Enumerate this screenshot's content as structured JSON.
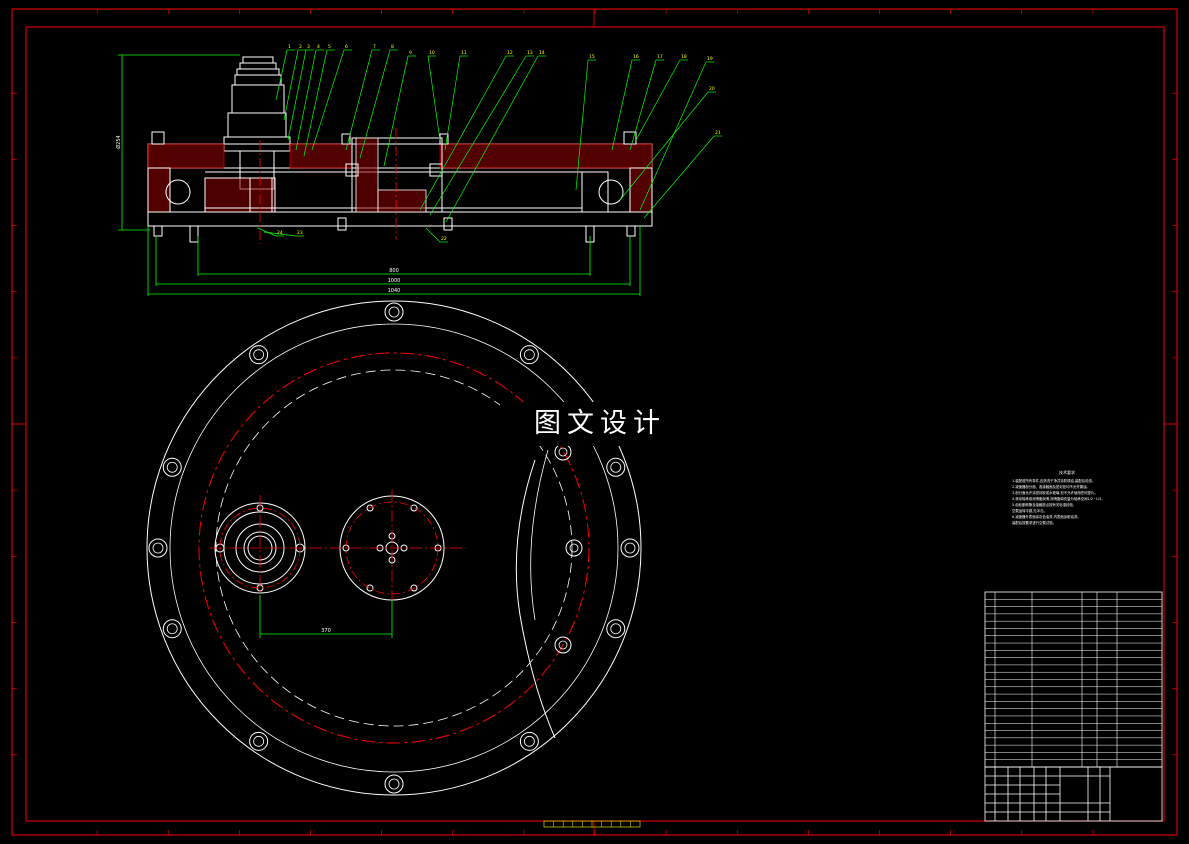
{
  "watermark": "图文设计",
  "colors": {
    "background": "#000000",
    "outline": "#ffffff",
    "frame": "#ff0000",
    "dimension": "#00ff00",
    "leader": "#ffff00",
    "hatch": "#ff0000"
  },
  "section_view": {
    "part_numbers": [
      "1",
      "2",
      "3",
      "4",
      "5",
      "6",
      "7",
      "8",
      "9",
      "10",
      "11",
      "12",
      "13",
      "14",
      "15",
      "16",
      "17",
      "18",
      "19",
      "20",
      "21",
      "22",
      "23",
      "24"
    ],
    "dimensions": {
      "span_inner": "800",
      "span_mid": "1000",
      "span_outer": "1040",
      "height": "Ø254"
    }
  },
  "plan_view": {
    "center_distance": "370"
  },
  "technical_requirements": {
    "title": "技术要求",
    "lines": [
      "1.装配前所有零件,应清洗干净并涂防锈油,装配后检查。",
      "2.减速器剖分面、各接触面及密封处均不允许漏油。",
      "3.剖分面允许涂密封胶或水玻璃,但不允许使用任何垫片。",
      "4.滚动轴承用润滑脂润滑,润滑脂填充量为轴承空间1/2~1/3。",
      "5.齿轮副侧隙及接触斑点按有关标准检验,",
      "空载运转平稳,无冲击。",
      "6.减速器外表面涂灰色油漆,内表面涂耐油漆。",
      "装配后按要求进行空载试验。"
    ]
  }
}
